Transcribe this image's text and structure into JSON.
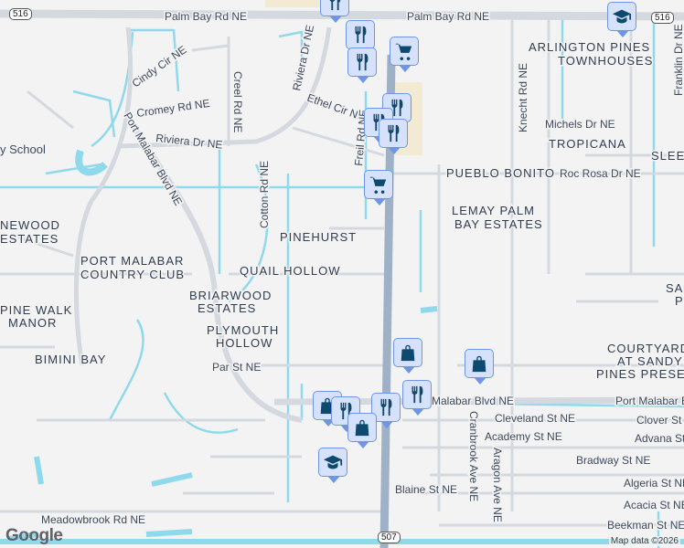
{
  "map": {
    "colors": {
      "background": "#f4f3f4",
      "road": "#d4d9df",
      "highway": "#9fb1c6",
      "water": "#8fd9ec",
      "marker_fill": "#d6e2fb",
      "marker_icon": "#0d4a6e"
    },
    "shields": [
      "516",
      "516",
      "507"
    ],
    "roads": [
      "Palm Bay Rd NE",
      "Palm Bay Rd NE",
      "Cindy Cir NE",
      "Creel Rd NE",
      "Riviera Dr NE",
      "Ethel Cir NE",
      "Cromey Rd NE",
      "Riviera Dr NE",
      "Port Malabar Blvd NE",
      "Cotton Rd NE",
      "Freil Rd NE",
      "Knecht Rd NE",
      "Franklin Dr NE",
      "Michels Dr NE",
      "Roc Rosa Dr NE",
      "Par St NE",
      "Malabar Blvd NE",
      "Port Malabar Blvd NE",
      "Cleveland St NE",
      "Clover St NE",
      "Academy St NE",
      "Advana St NE",
      "Bradway St NE",
      "Cranbrook Ave NE",
      "Aragon Ave NE",
      "Algeria St NE",
      "Acacia St NE",
      "Blaine St NE",
      "Beekman St NE",
      "Meadowbrook Rd NE"
    ],
    "areas": [
      "ARLINGTON PINES",
      "TOWNHOUSES",
      "TROPICANA",
      "SLEE",
      "PUEBLO BONITO",
      "LEMAY PALM",
      "BAY ESTATES",
      "PINEHURST",
      "QUAIL HOLLOW",
      "NEWOOD",
      "ESTATES",
      "PORT MALABAR",
      "COUNTRY CLUB",
      "BRIARWOOD",
      "ESTATES",
      "PINE WALK",
      "MANOR",
      "PLYMOUTH",
      "HOLLOW",
      "BIMINI BAY",
      "COURTYARD",
      "AT SANDY",
      "PINES PRESER",
      "SA",
      "P",
      "y School"
    ],
    "markers": [
      "restaurant",
      "school",
      "restaurant",
      "restaurant",
      "shopping-cart",
      "restaurant",
      "restaurant",
      "restaurant",
      "shopping-cart",
      "shopping-bag",
      "shopping-bag",
      "shopping-bag",
      "restaurant",
      "restaurant",
      "restaurant",
      "shopping-bag",
      "school"
    ],
    "logo": "Google",
    "attribution": "Map data ©2026"
  }
}
